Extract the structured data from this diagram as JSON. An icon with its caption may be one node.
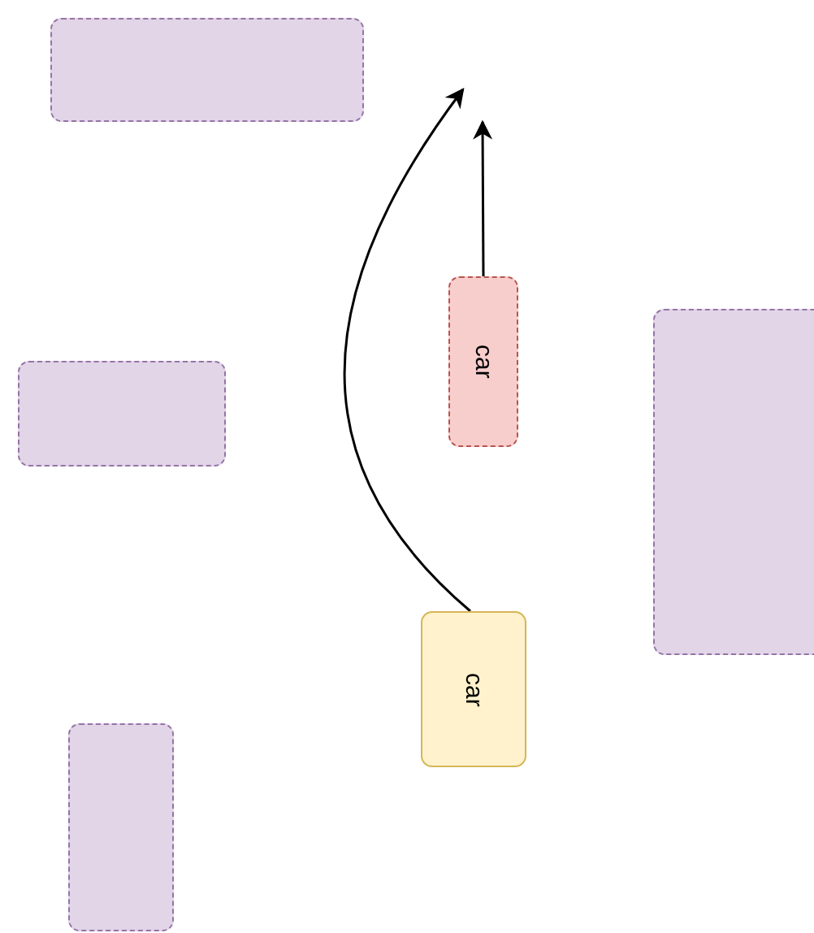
{
  "diagram": {
    "nodes": [
      {
        "text": [],
        "shape": "box"
      },
      {
        "text": [
          "car"
        ]
      },
      {
        "text": [],
        "shape": "box"
      },
      {
        "text": [],
        "shape": "box"
      },
      {
        "text": [
          "car"
        ]
      },
      {
        "text": [],
        "shape": "box"
      }
    ],
    "edges": [
      {
        "from": 4,
        "to": null,
        "arrow": "to"
      },
      {
        "from": 1,
        "to": null,
        "arrow": "to"
      }
    ]
  }
}
